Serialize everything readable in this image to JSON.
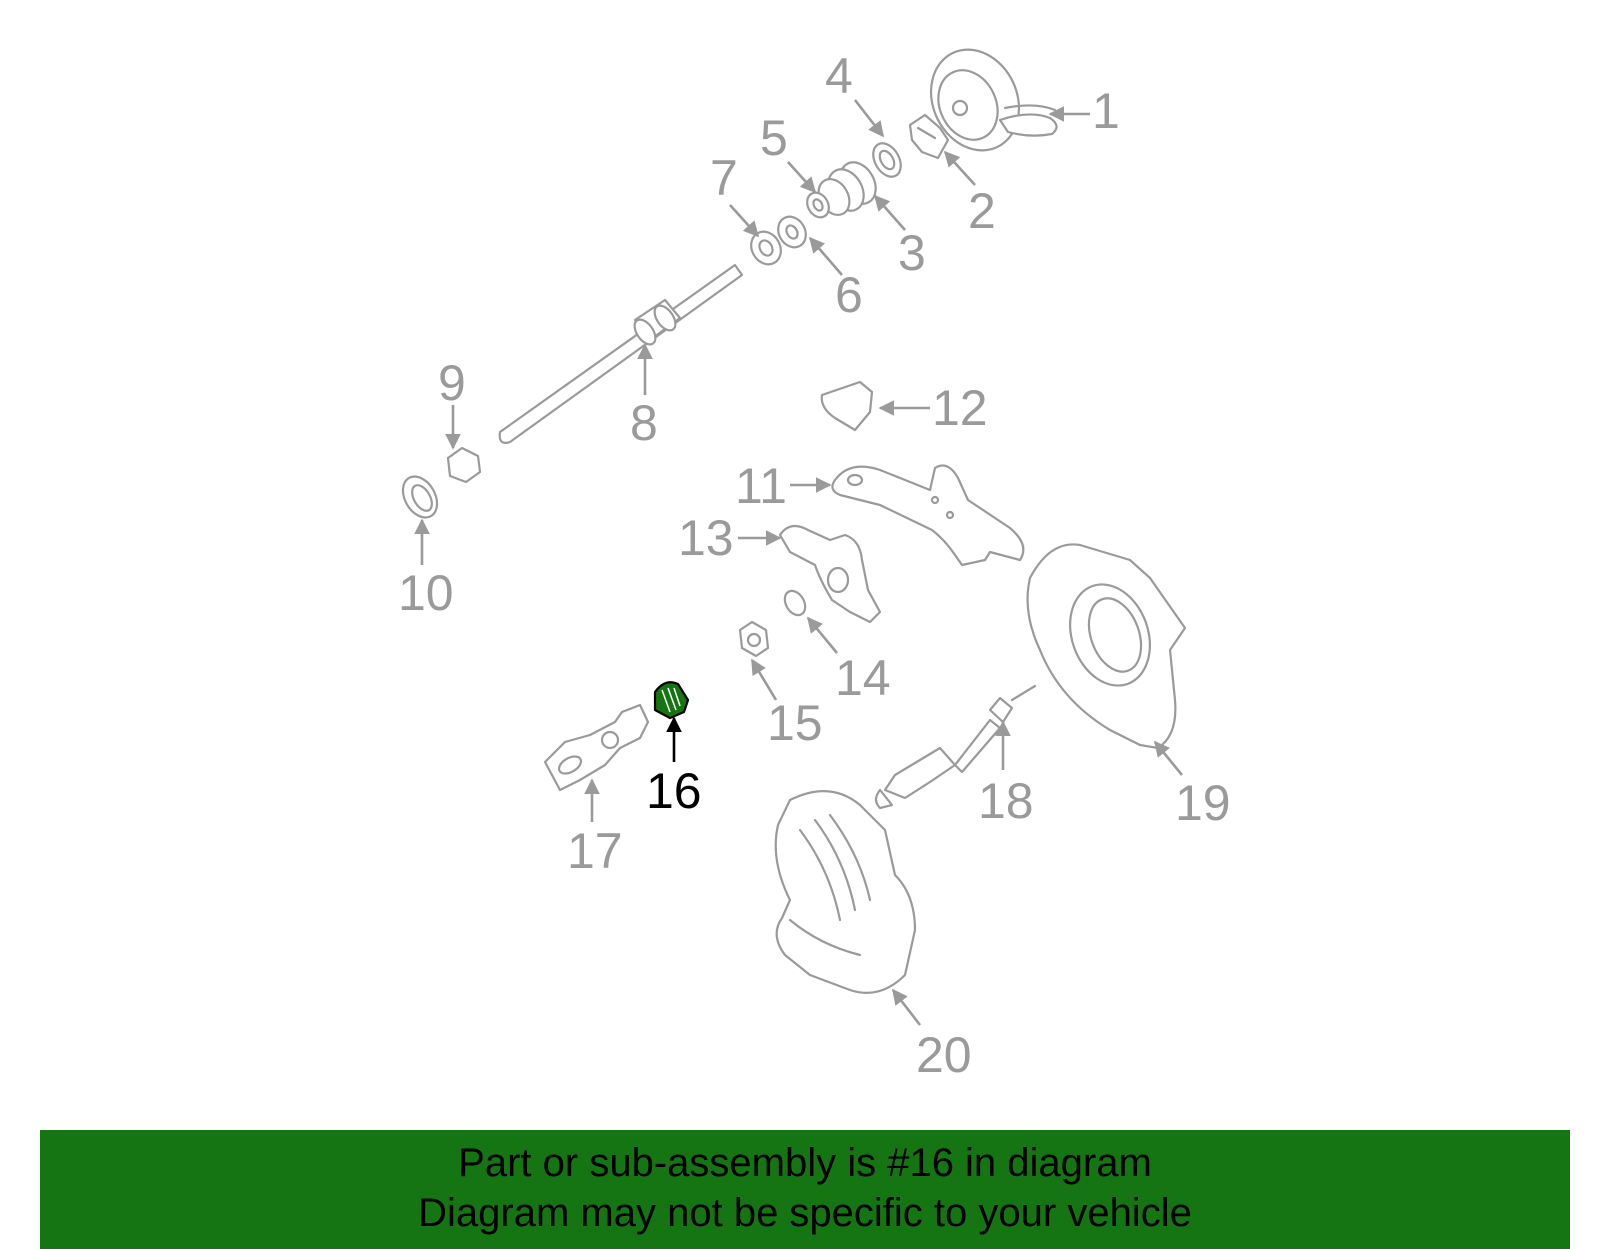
{
  "diagram": {
    "highlight_color": "#157512",
    "line_color": "#9a9a9a",
    "highlighted_part": "16",
    "callouts": [
      "1",
      "2",
      "3",
      "4",
      "5",
      "6",
      "7",
      "8",
      "9",
      "10",
      "11",
      "12",
      "13",
      "14",
      "15",
      "16",
      "17",
      "18",
      "19",
      "20"
    ]
  },
  "footer": {
    "background": "#157512",
    "line1": "Part or sub-assembly is #16 in diagram",
    "line2": "Diagram may not be specific to your vehicle"
  }
}
